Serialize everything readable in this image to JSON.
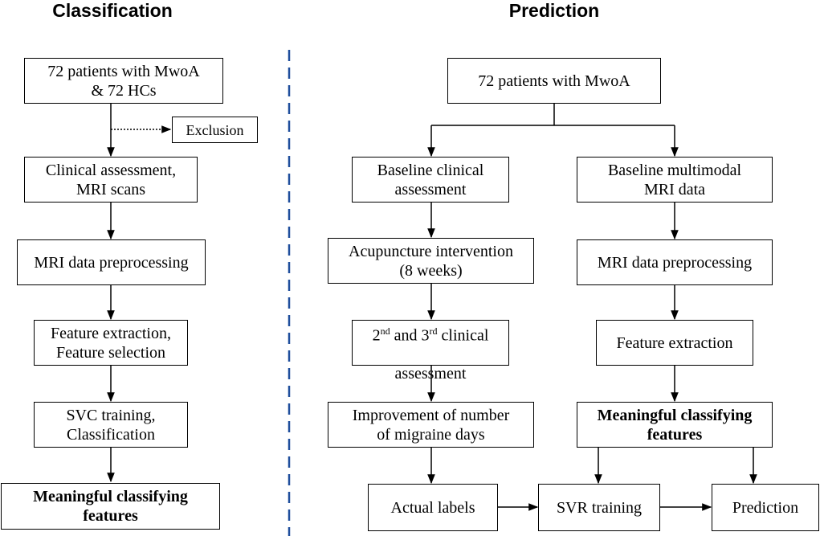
{
  "classification": {
    "title": "Classification",
    "steps": {
      "patients": "72 patients with MwoA\n& 72 HCs",
      "exclusion": "Exclusion",
      "clinical": "Clinical assessment,\nMRI scans",
      "preprocessing": "MRI data preprocessing",
      "feature": "Feature extraction,\nFeature selection",
      "svc": "SVC training,\nClassification",
      "meaningful": "Meaningful classifying\nfeatures"
    }
  },
  "prediction": {
    "title": "Prediction",
    "steps": {
      "patients": "72 patients with MwoA",
      "baseline_clinical": "Baseline clinical\nassessment",
      "baseline_mri": "Baseline multimodal\nMRI data",
      "acupuncture": "Acupuncture intervention\n(8 weeks)",
      "mri_preprocessing": "MRI data preprocessing",
      "assessment_2nd": "2",
      "assessment_2nd_sup": "nd",
      "assessment_and": " and 3",
      "assessment_3rd_sup": "rd",
      "assessment_clinical": " clinical",
      "assessment_line2": "assessment",
      "feature_extraction": "Feature extraction",
      "improvement": "Improvement of number\nof migraine days",
      "meaningful": "Meaningful classifying\nfeatures",
      "actual_labels": "Actual labels",
      "svr": "SVR training",
      "prediction": "Prediction"
    }
  },
  "colors": {
    "divider": "#1f4e9c",
    "line": "#000000"
  }
}
